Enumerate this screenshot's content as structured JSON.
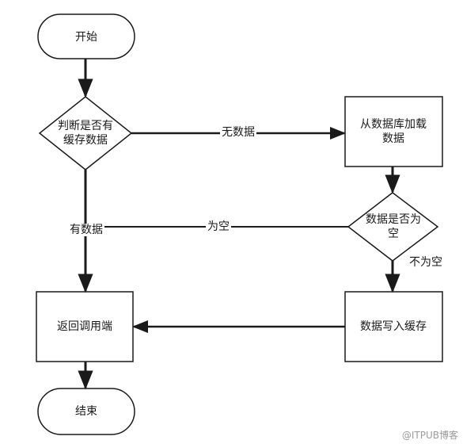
{
  "nodes": {
    "start": "开始",
    "check_cache_line1": "判断是否有",
    "check_cache_line2": "缓存数据",
    "load_db_line1": "从数据库加载",
    "load_db_line2": "数据",
    "is_empty_line1": "数据是否为",
    "is_empty_line2": "空",
    "return_caller": "返回调用端",
    "write_cache": "数据写入缓存",
    "end": "结束"
  },
  "edges": {
    "no_data": "无数据",
    "has_data": "有数据",
    "is_empty": "为空",
    "not_empty": "不为空"
  },
  "watermark": "@ITPUB博客",
  "colors": {
    "stroke": "#1a1a1a",
    "fill": "#ffffff"
  }
}
